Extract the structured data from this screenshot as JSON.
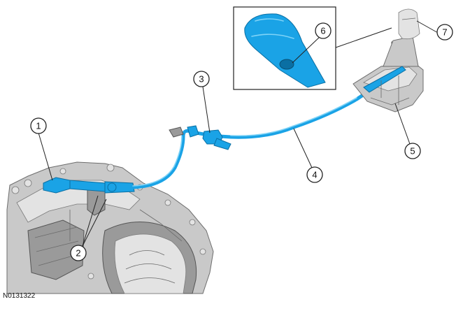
{
  "callouts": [
    {
      "id": "1",
      "label": "1"
    },
    {
      "id": "2",
      "label": "2"
    },
    {
      "id": "3",
      "label": "3"
    },
    {
      "id": "4",
      "label": "4"
    },
    {
      "id": "5",
      "label": "5"
    },
    {
      "id": "6",
      "label": "6"
    },
    {
      "id": "7",
      "label": "7"
    }
  ],
  "reference_code": "N0131322",
  "colors": {
    "cable": "#1aa3e6",
    "metal": "#c9c9c9",
    "outline": "#222222"
  }
}
